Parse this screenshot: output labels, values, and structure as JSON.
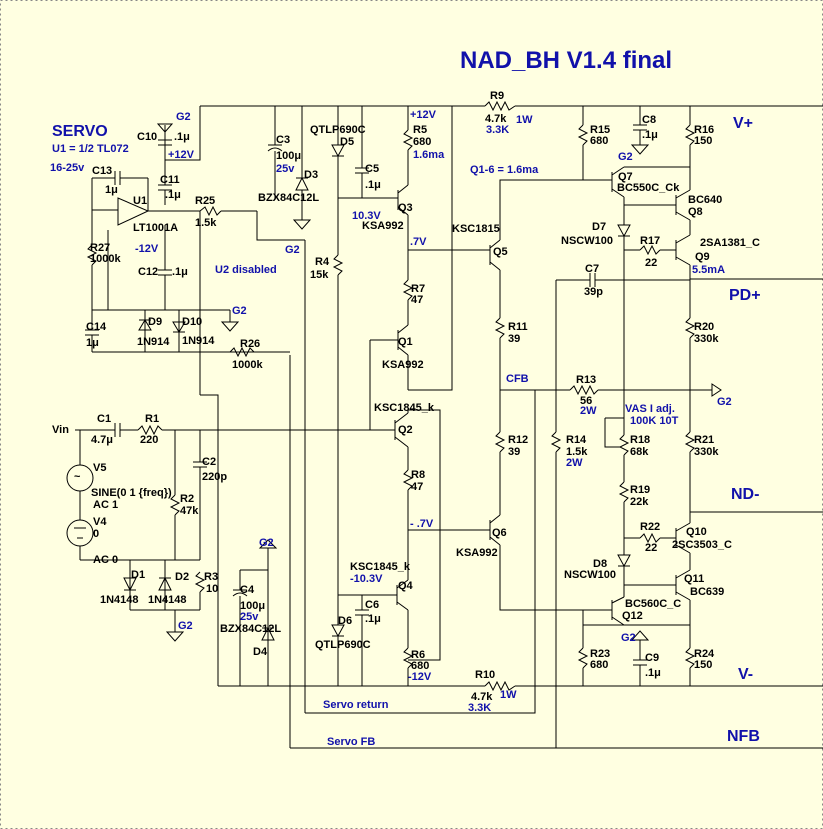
{
  "title": "NAD_BH V1.4 final",
  "servo": {
    "heading": "SERVO",
    "note": "U1 = 1/2 TL072",
    "supply": "16-25v",
    "plus12": "+12V",
    "minus12": "-12V",
    "u2_disabled": "U2 disabled",
    "g2": "G2"
  },
  "notes": {
    "q_current": "Q1-6 = 1.6ma",
    "vas_adj": "VAS I adj.",
    "vas_pot": "100K 10T",
    "servo_return": "Servo return",
    "servo_fb": "Servo FB",
    "cfb": "CFB",
    "v1": "10.3V",
    "v2": ".7V",
    "v3": "- .7V",
    "v4": "-10.3V",
    "i1": "1.6ma",
    "i2": "5.5mA",
    "plus12v": "+12V",
    "minus12v": "-12V",
    "pw": "1W",
    "pw2": "2W",
    "r9v": "3.3K",
    "r10v": "3.3K"
  },
  "rails": {
    "vplus": "V+",
    "vminus": "V-",
    "pdplus": "PD+",
    "ndminus": "ND-",
    "nfb": "NFB",
    "vin": "Vin"
  },
  "components": {
    "C10": "C10",
    "C10v": ".1μ",
    "C13": "C13",
    "C13v": "1μ",
    "C11": "C11",
    "C11v": ".1μ",
    "U1": "U1",
    "U1v": "LT1001A",
    "R25": "R25",
    "R25v": "1.5k",
    "R27": "R27",
    "R27v": "1000k",
    "C12": "C12",
    "C12v": ".1μ",
    "C14": "C14",
    "C14v": "1μ",
    "D9": "D9",
    "D9v": "1N914",
    "D10": "D10",
    "D10v": "1N914",
    "R26": "R26",
    "R26v": "1000k",
    "C3": "C3",
    "C3v": "100μ",
    "C3v2": "25v",
    "D3": "D3",
    "D3v": "BZX84C12L",
    "D5": "D5",
    "D5v": "QTLP690C",
    "C5": "C5",
    "C5v": ".1μ",
    "R5": "R5",
    "R5v": "680",
    "Q3": "Q3",
    "Q3v": "KSA992",
    "R4": "R4",
    "R4v": "15k",
    "R7": "R7",
    "R7v": "47",
    "Q1": "Q1",
    "Q1v": "KSA992",
    "Q2": "Q2",
    "Q2v": "KSC1845_k",
    "R8": "R8",
    "R8v": "47",
    "Q4": "Q4",
    "Q4v": "KSC1845_k",
    "C6": "C6",
    "C6v": ".1μ",
    "D6": "D6",
    "D6v": "QTLP690C",
    "R6": "R6",
    "R6v": "680",
    "R9": "R9",
    "R9v": "4.7k",
    "R10": "R10",
    "R10v": "4.7k",
    "Q5": "Q5",
    "Q5v": "KSC1815",
    "R11": "R11",
    "R11v": "39",
    "R12": "R12",
    "R12v": "39",
    "Q6": "Q6",
    "Q6v": "KSA992",
    "R13": "R13",
    "R13v": "56",
    "R14": "R14",
    "R14v": "1.5k",
    "R15": "R15",
    "R15v": "680",
    "C8": "C8",
    "C8v": ".1μ",
    "R16": "R16",
    "R16v": "150",
    "Q7": "Q7",
    "Q7v": "BC550C_Ck",
    "Q8": "Q8",
    "Q8v": "BC640",
    "D7": "D7",
    "D7v": "NSCW100",
    "R17": "R17",
    "R17v": "22",
    "Q9": "Q9",
    "Q9v": "2SA1381_C",
    "C7": "C7",
    "C7v": "39p",
    "R20": "R20",
    "R20v": "330k",
    "R18": "R18",
    "R18v": "68k",
    "R21": "R21",
    "R21v": "330k",
    "R19": "R19",
    "R19v": "22k",
    "R22": "R22",
    "R22v": "22",
    "Q10": "Q10",
    "Q10v": "2SC3503_C",
    "D8": "D8",
    "D8v": "NSCW100",
    "Q11": "Q11",
    "Q11v": "BC639",
    "Q12": "Q12",
    "Q12v": "BC560C_C",
    "R23": "R23",
    "R23v": "680",
    "C9": "C9",
    "C9v": ".1μ",
    "R24": "R24",
    "R24v": "150",
    "C1": "C1",
    "C1v": "4.7μ",
    "R1": "R1",
    "R1v": "220",
    "C2": "C2",
    "C2v": "220p",
    "R2": "R2",
    "R2v": "47k",
    "V5": "V5",
    "V5v": "SINE(0 1 {freq})",
    "V5v2": "AC 1",
    "V4": "V4",
    "V4v": "0",
    "V4v2": "AC 0",
    "D1": "D1",
    "D1v": "1N4148",
    "D2": "D2",
    "D2v": "1N4148",
    "R3": "R3",
    "R3v": "10",
    "C4": "C4",
    "C4v": "100μ",
    "C4v2": "25v",
    "D4": "D4",
    "D4v": "BZX84C12L"
  },
  "ground_labels": {
    "g2": "G2"
  }
}
